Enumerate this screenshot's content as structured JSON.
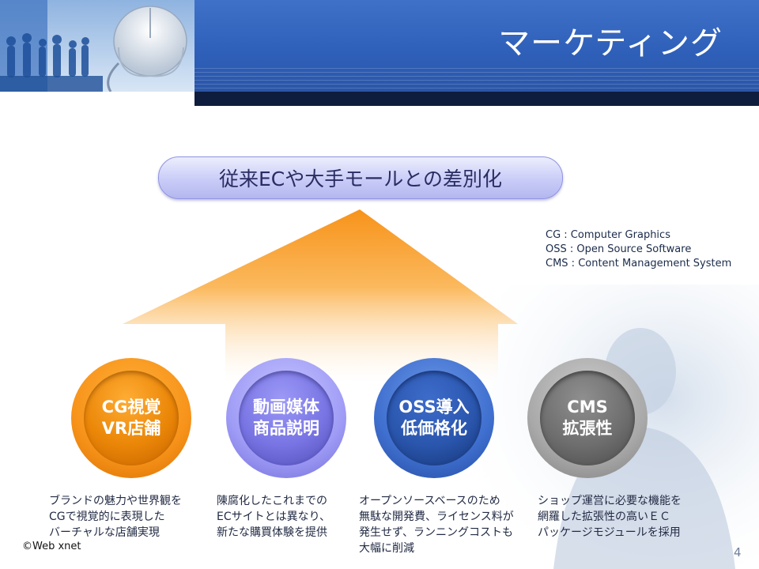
{
  "header": {
    "title": "マーケティング"
  },
  "goal": {
    "label": "従来ECや大手モールとの差別化"
  },
  "glossary": [
    "CG   : Computer Graphics",
    "OSS : Open Source Software",
    "CMS : Content Management System"
  ],
  "items": [
    {
      "line1": "CG視覚",
      "line2": "VR店舗",
      "desc": [
        "ブランドの魅力や世界観を",
        "CGで視覚的に表現した",
        "バーチャルな店舗実現"
      ]
    },
    {
      "line1": "動画媒体",
      "line2": "商品説明",
      "desc": [
        "陳腐化したこれまでの",
        "ECサイトとは異なり、",
        "新たな購買体験を提供"
      ]
    },
    {
      "line1": "OSS導入",
      "line2": "低価格化",
      "desc": [
        "オープンソースベースのため",
        "無駄な開発費、ライセンス料が",
        "発生せず、ランニングコストも",
        "大幅に削減"
      ]
    },
    {
      "line1": "CMS",
      "line2": "拡張性",
      "desc": [
        "ショップ運営に必要な機能を",
        "網羅した拡張性の高いＥＣ",
        "パッケージモジュールを採用"
      ]
    }
  ],
  "footer": {
    "copyright": "©Web xnet",
    "page_number": "4"
  },
  "colors": {
    "banner": "#2e5fb8",
    "banner_dark": "#0e1d3d",
    "arrow": "#f7931a",
    "circle_1": "#f7931a",
    "circle_2": "#8f8cf0",
    "circle_3": "#2a56ad",
    "circle_4": "#7a7a7a"
  }
}
